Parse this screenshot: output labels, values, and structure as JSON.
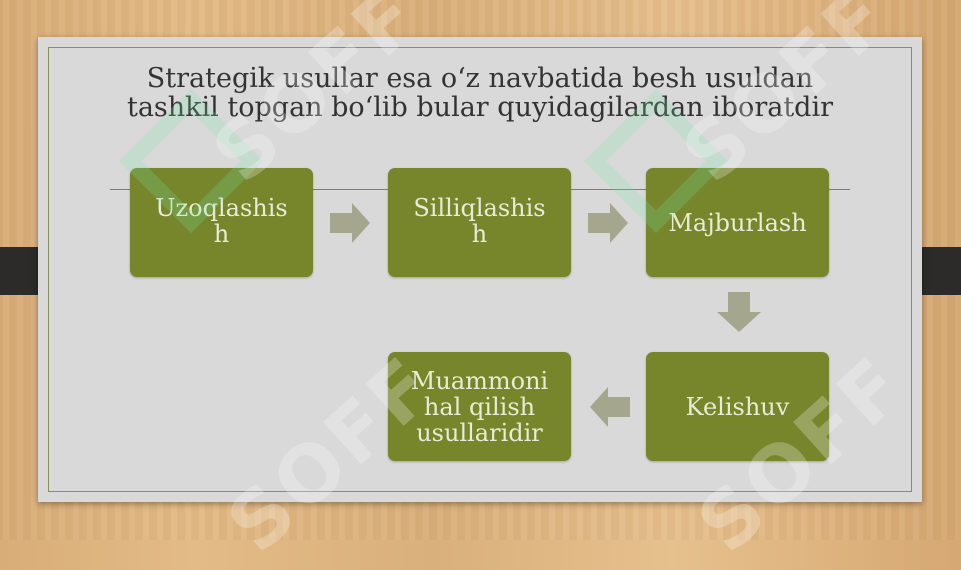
{
  "slide": {
    "title": "Strategik usullar esa o‘z navbatida besh usuldan tashkil topgan bo‘lib bular quyidagilardan iboratdir",
    "steps": [
      {
        "label": "Uzoqlashis\nh"
      },
      {
        "label": "Silliqlashis\nh"
      },
      {
        "label": "Majburlash"
      },
      {
        "label": "Kelishuv"
      },
      {
        "label": "Muammoni\nhal qilish\nusullaridir"
      }
    ]
  },
  "watermark": {
    "text": "SOFF"
  },
  "colors": {
    "box": "#77862b",
    "arrow": "#a4a78e",
    "panel": "#d9d9d9"
  }
}
